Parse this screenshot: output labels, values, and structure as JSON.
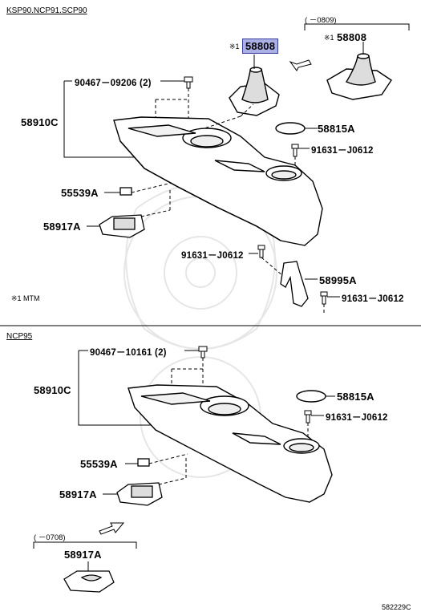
{
  "sections": {
    "top_models": "KSP90.NCP91.SCP90",
    "bottom_models": "NCP95"
  },
  "top": {
    "part_58808_mark": "※1",
    "part_58808": "58808",
    "alt_date": "(    －0809)",
    "alt_part_mark": "※1",
    "alt_part": "58808",
    "bolt_top": "90467－09206 (2)",
    "console": "58910C",
    "cap": "58815A",
    "screw_a": "91631－J0612",
    "plug": "55539A",
    "mat": "58917A",
    "screw_b": "91631－J0612",
    "bracket": "58995A",
    "screw_c": "91631－J0612",
    "note": "※1 MTM"
  },
  "bottom": {
    "bolt_top": "90467－10161 (2)",
    "console": "58910C",
    "cap": "58815A",
    "screw_a": "91631－J0612",
    "plug": "55539A",
    "mat": "58917A",
    "alt_date": "(    －0708)",
    "alt_mat": "58917A"
  },
  "figure_code": "582229C",
  "highlight_color": "#aab0e6"
}
